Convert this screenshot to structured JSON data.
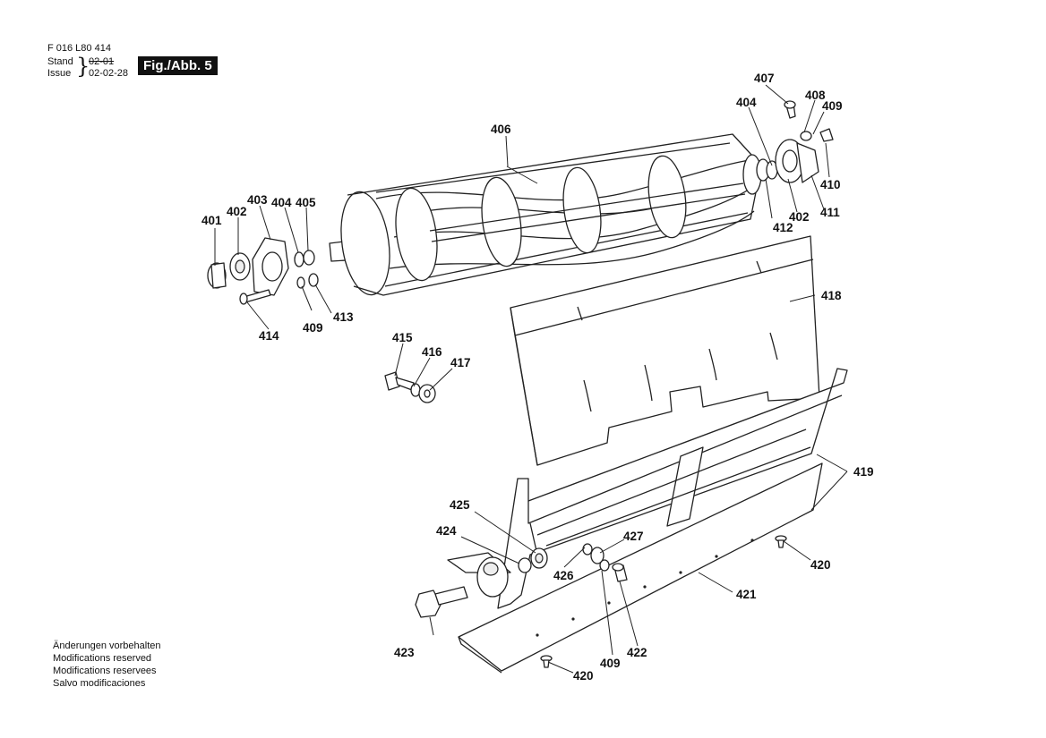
{
  "header": {
    "doc_number": "F 016 L80 414",
    "stand_label": "Stand",
    "issue_label": "Issue",
    "stand_date": "02-01",
    "issue_date": "02-02-28",
    "figure_label": "Fig./Abb. 5"
  },
  "footer": {
    "lines": [
      "Änderungen vorbehalten",
      "Modifications reserved",
      "Modifications reservees",
      "Salvo modificaciones"
    ]
  },
  "parts": {
    "p401": "401",
    "p402a": "402",
    "p403": "403",
    "p404a": "404",
    "p405": "405",
    "p406": "406",
    "p407": "407",
    "p404b": "404",
    "p408": "408",
    "p409a": "409",
    "p410": "410",
    "p411": "411",
    "p402b": "402",
    "p412": "412",
    "p413": "413",
    "p409b": "409",
    "p414": "414",
    "p415": "415",
    "p416": "416",
    "p417": "417",
    "p418": "418",
    "p419": "419",
    "p420a": "420",
    "p420b": "420",
    "p421": "421",
    "p422": "422",
    "p409c": "409",
    "p423": "423",
    "p424": "424",
    "p425": "425",
    "p426": "426",
    "p427": "427"
  }
}
